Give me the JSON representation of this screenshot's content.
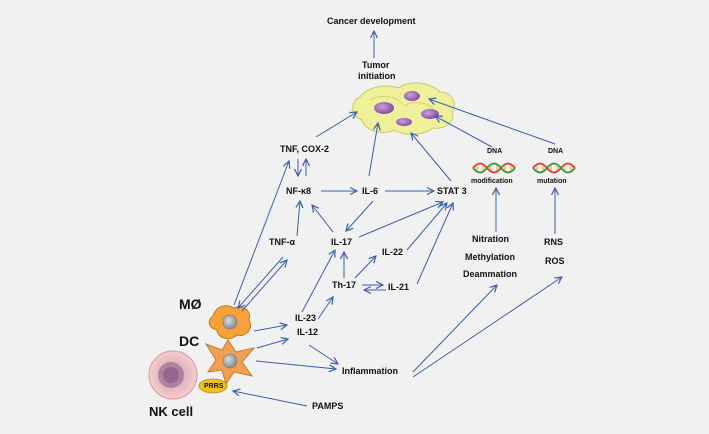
{
  "labels": {
    "cancer_development": "Cancer development",
    "tumor": "Tumor",
    "initiation": "initiation",
    "tnf_cox2": "TNF, COX-2",
    "nfkb": "NF-κ8",
    "il6": "IL-6",
    "stat3": "STAT 3",
    "dna_left": "DNA",
    "modification": "modification",
    "dna_right": "DNA",
    "mutation": "mutation",
    "tnf_alpha": "TNF-α",
    "il17": "IL-17",
    "il22": "IL-22",
    "th17": "Th-17",
    "il21": "IL-21",
    "il23": "IL-23",
    "il12": "IL-12",
    "nitration": "Nitration",
    "methylation": "Methylation",
    "deammation": "Deammation",
    "rns": "RNS",
    "ros": "ROS",
    "macrophage": "MØ",
    "dc": "DC",
    "nk_cell": "NK cell",
    "prrs": "PRRS",
    "inflammation": "Inflammation",
    "pamps": "PAMPS"
  },
  "colors": {
    "arrow": "#3d5fa8",
    "background": "#f1f1f1",
    "tumor_cells": "#f0f09a",
    "tumor_nuclei": "#a86ac8",
    "nk_cell_body": "#f0c4c4",
    "macrophage_body": "#f5a23a",
    "dc_body": "#f0a050",
    "prrs_badge": "#f0c020",
    "dna_strand_a": "#e03a2a",
    "dna_strand_b": "#2e9a3a"
  }
}
